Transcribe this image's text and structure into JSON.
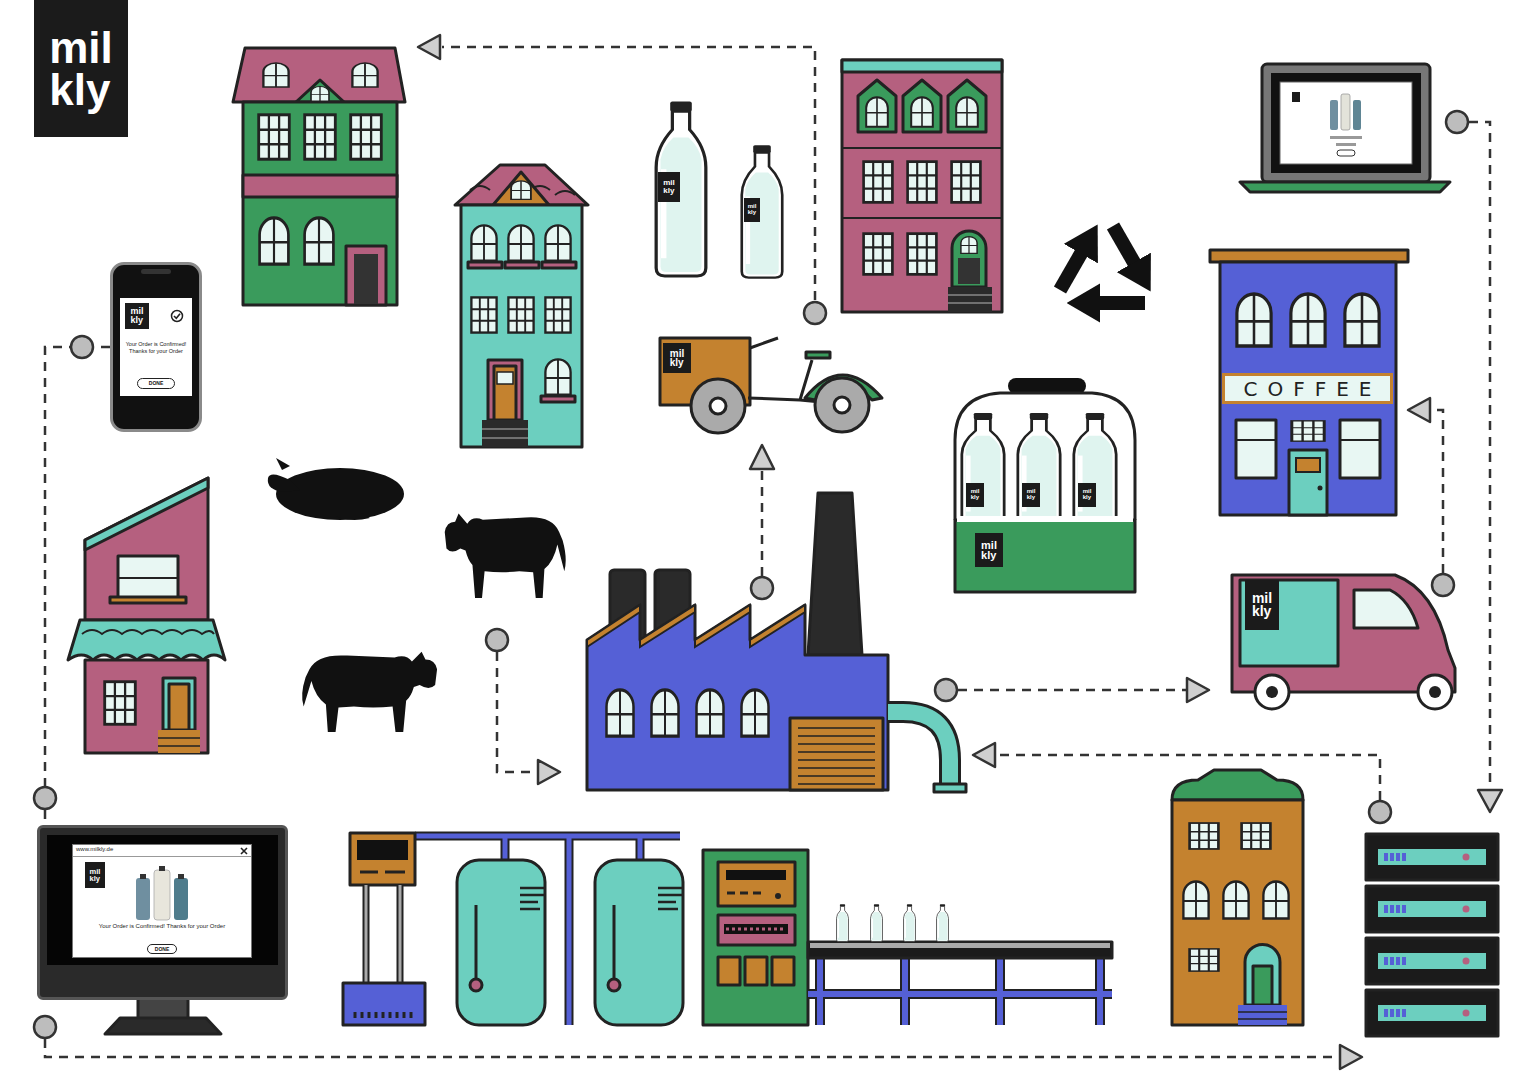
{
  "diagram": {
    "nodes": [
      {
        "text": [
          "mil kly"
        ]
      },
      {
        "text": [
          "mil kly",
          "Your Order is Confirmed! Thanks for your Order",
          "DONE"
        ]
      },
      {
        "text": [
          "COFFEE"
        ]
      },
      {
        "text": [
          "www.milkly.de",
          "mil kly",
          "Your Order is Confirmed! Thanks for your Order",
          "DONE"
        ]
      }
    ],
    "edges": [
      {
        "from": 1,
        "to": 3,
        "arrow": "none"
      }
    ],
    "labels": [
      "mil kly",
      "mil kly",
      "mil kly",
      "mil kly",
      "mil kly",
      "mil kly",
      "mil kly",
      "mil kly"
    ]
  }
}
